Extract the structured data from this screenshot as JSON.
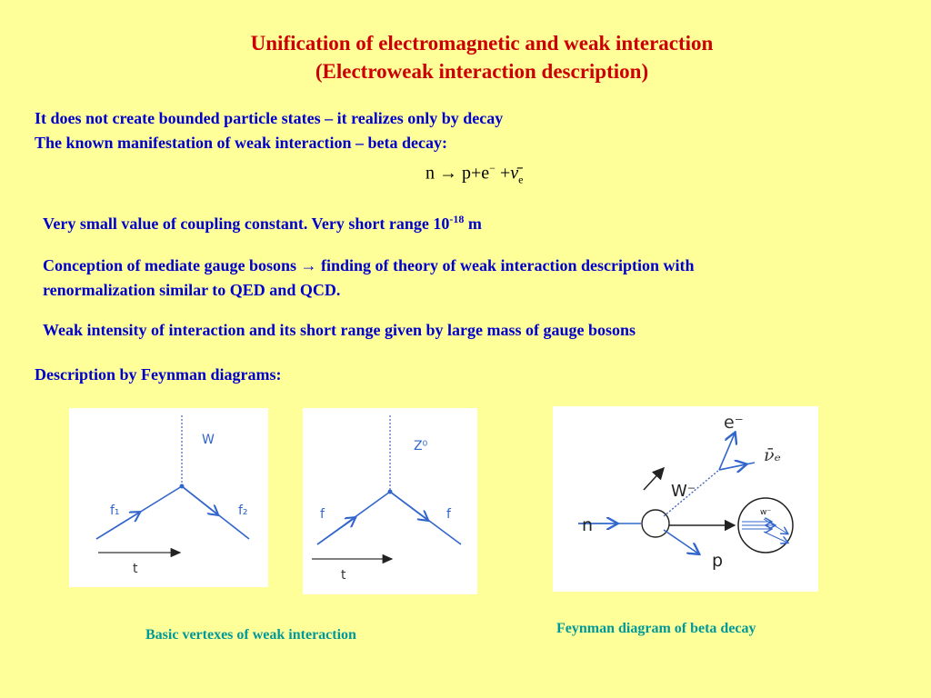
{
  "title": {
    "line1": "Unification of electromagnetic and weak interaction",
    "line2": "(Electroweak interaction description)"
  },
  "intro": {
    "line1": "It does not create bounded particle states – it realizes only by decay",
    "line2": "The known manifestation of weak interaction – beta decay:"
  },
  "formula": {
    "n": "n",
    "arrow": "→",
    "p": "p",
    "plus1": "+",
    "e": "e",
    "e_sup": "−",
    "plus2": "+",
    "nu": "ν̄",
    "nu_sub": "e"
  },
  "coupling": {
    "text": "Very small value of coupling constant. Very short range 10",
    "exp": "-18",
    "unit": " m"
  },
  "conception": {
    "line1": "Conception of mediate gauge bosons → finding of theory of weak interaction description with",
    "line2": "renormalization similar to QED and QCD."
  },
  "weak_intensity": "Weak intensity of interaction and its short range given by large mass of gauge bosons",
  "feynman_heading": "Description by Feynman diagrams:",
  "diagram1": {
    "boson": "W",
    "f_in": "f₁",
    "f_out": "f₂",
    "time": "t"
  },
  "diagram2": {
    "boson": "Z⁰",
    "f_in": "f",
    "f_out": "f",
    "time": "t"
  },
  "diagram3": {
    "electron": "e⁻",
    "antineutrino": "ν̄ₑ",
    "boson": "W⁻",
    "neutron": "n",
    "proton": "p",
    "inset_boson": "w⁻"
  },
  "captions": {
    "basic": "Basic vertexes of weak interaction",
    "beta": "Feynman diagram of beta decay"
  },
  "colors": {
    "background": "#ffff99",
    "title": "#cc0000",
    "text": "#0000cc",
    "caption": "#009999",
    "diagram_line": "#3366cc"
  }
}
